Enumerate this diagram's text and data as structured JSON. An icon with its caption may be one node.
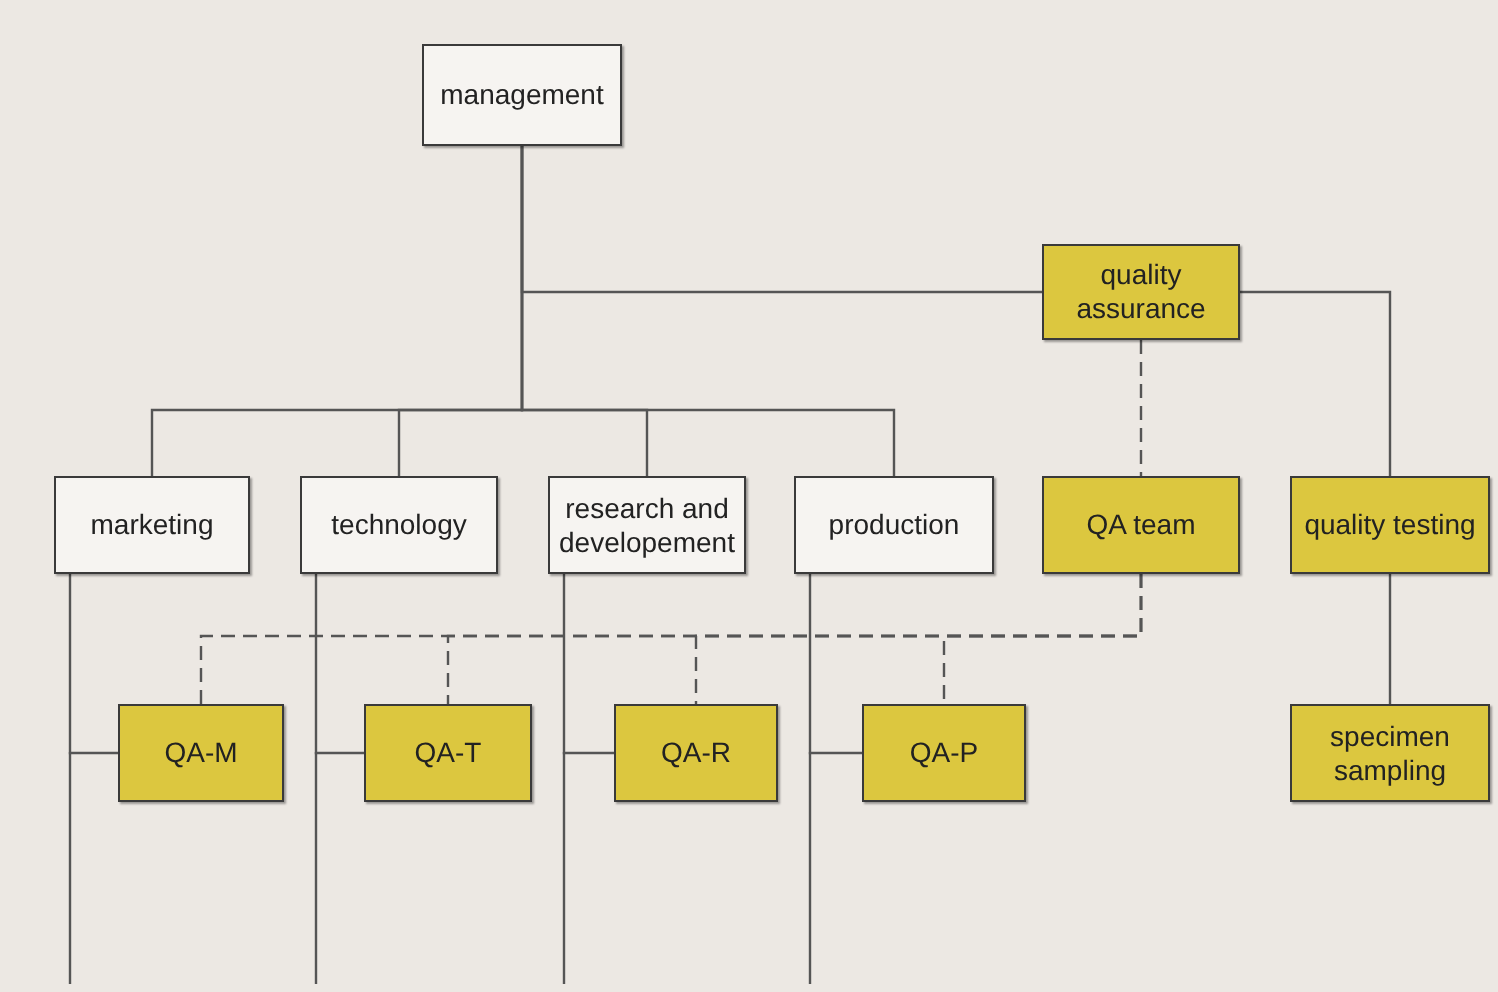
{
  "diagram": {
    "nodes": [
      {
        "text": [
          "management"
        ]
      },
      {
        "text": [
          "quality assurance"
        ]
      },
      {
        "text": [
          "marketing"
        ]
      },
      {
        "text": [
          "technology"
        ]
      },
      {
        "text": [
          "research and developement"
        ]
      },
      {
        "text": [
          "production"
        ]
      },
      {
        "text": [
          "QA team"
        ]
      },
      {
        "text": [
          "quality testing"
        ]
      },
      {
        "text": [
          "QA-M"
        ]
      },
      {
        "text": [
          "QA-T"
        ]
      },
      {
        "text": [
          "QA-R"
        ]
      },
      {
        "text": [
          "QA-P"
        ]
      },
      {
        "text": [
          "specimen sampling"
        ]
      }
    ],
    "edges": [
      {
        "from": 0,
        "to": 1,
        "arrow": "none"
      },
      {
        "from": 0,
        "to": 2,
        "arrow": "none"
      },
      {
        "from": 0,
        "to": 3,
        "arrow": "none"
      },
      {
        "from": 0,
        "to": 4,
        "arrow": "none"
      },
      {
        "from": 0,
        "to": 5,
        "arrow": "none"
      },
      {
        "from": 1,
        "to": 7,
        "arrow": "none"
      },
      {
        "from": 1,
        "to": 6,
        "arrow": "none",
        "style": "dashed"
      },
      {
        "from": 6,
        "to": 8,
        "arrow": "none",
        "style": "dashed"
      },
      {
        "from": 6,
        "to": 9,
        "arrow": "none",
        "style": "dashed"
      },
      {
        "from": 6,
        "to": 10,
        "arrow": "none",
        "style": "dashed"
      },
      {
        "from": 6,
        "to": 11,
        "arrow": "none",
        "style": "dashed"
      },
      {
        "from": 2,
        "to": 8,
        "arrow": "none"
      },
      {
        "from": 3,
        "to": 9,
        "arrow": "none"
      },
      {
        "from": 4,
        "to": 10,
        "arrow": "none"
      },
      {
        "from": 5,
        "to": 11,
        "arrow": "none"
      },
      {
        "from": 7,
        "to": 12,
        "arrow": "none"
      }
    ]
  }
}
